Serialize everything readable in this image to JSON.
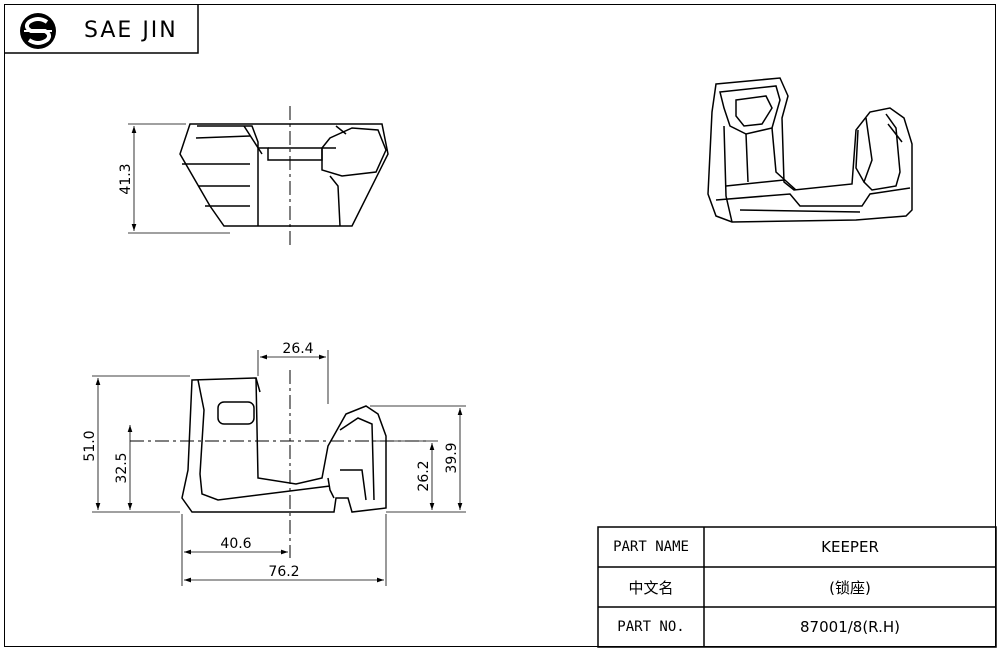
{
  "logo": {
    "brand": "SAE JIN",
    "icon": "sae-jin-logo-icon"
  },
  "dimensions": {
    "top_height": "41.3",
    "slot_width": "26.4",
    "overall_height": "51.0",
    "center_height": "32.5",
    "inner_height": "26.2",
    "right_height": "39.9",
    "half_width": "40.6",
    "overall_width": "76.2"
  },
  "title_block": {
    "part_name_label": "PART NAME",
    "part_name_value": "KEEPER",
    "chinese_name_label": "中文名",
    "chinese_name_value": "(锁座)",
    "part_no_label": "PART NO.",
    "part_no_value": "87001/8(R.H)"
  }
}
